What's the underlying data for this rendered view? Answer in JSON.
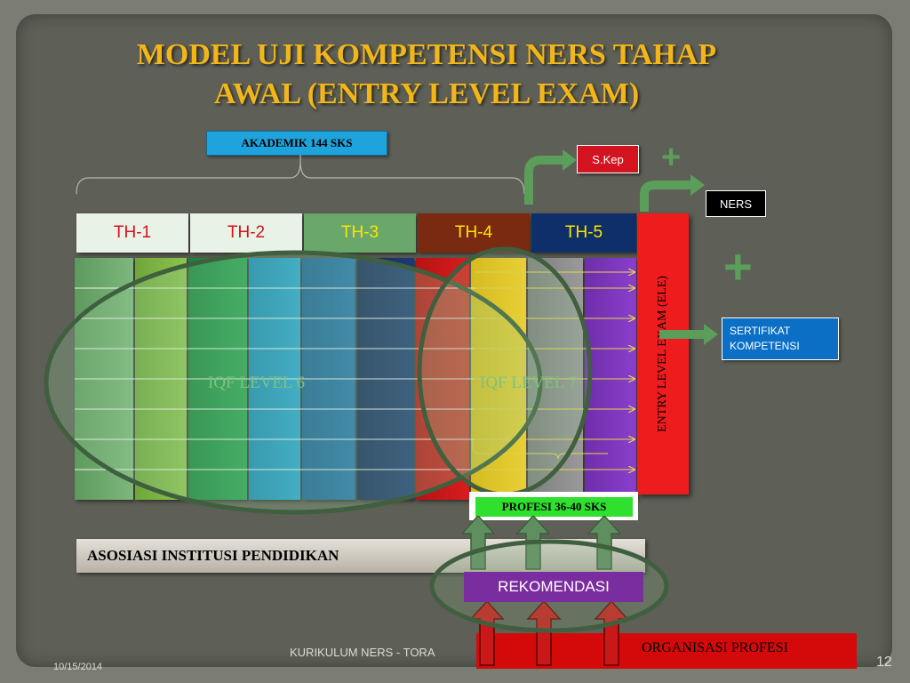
{
  "slide": {
    "title_line1": "MODEL UJI KOMPETENSI NERS TAHAP",
    "title_line2": "AWAL (ENTRY LEVEL EXAM)"
  },
  "akademik_label": "AKADEMIK 144 SKS",
  "skep_label": "S.Kep",
  "ners_label": "NERS",
  "sertifikat_label_line1": "SERTIFIKAT",
  "sertifikat_label_line2": "KOMPETENSI",
  "years": [
    {
      "label": "TH-1",
      "bg": "#e9f2e6",
      "fg": "#d0151b"
    },
    {
      "label": "TH-2",
      "bg": "#e9f2e6",
      "fg": "#d0151b"
    },
    {
      "label": "TH-3",
      "bg": "#6aa76a",
      "fg": "#ffe400"
    },
    {
      "label": "TH-4",
      "bg": "#7a2a10",
      "fg": "#ffe400"
    },
    {
      "label": "TH-5",
      "bg": "#0f2f6b",
      "fg": "#ffe400"
    }
  ],
  "iqf6_label": "IQF LEVEL 6",
  "iqf7_label": "IQF LEVEL 7",
  "ele_label": "ENTRY LEVEL EXAM (ELE)",
  "profesi_label": "PROFESI 36-40 SKS",
  "asosiasi_label": "ASOSIASI INSTITUSI PENDIDIKAN",
  "rekomendasi_label": "REKOMENDASI",
  "organisasi_label": "ORGANISASI PROFESI",
  "footer": {
    "date": "10/15/2014",
    "center": "KURIKULUM NERS - TORA",
    "page": "12"
  },
  "plus_symbols": [
    "+",
    "+"
  ],
  "colors": {
    "title": "#f2b619",
    "accent_green": "#5a9e5a",
    "ele_red": "#ee1c1c"
  }
}
